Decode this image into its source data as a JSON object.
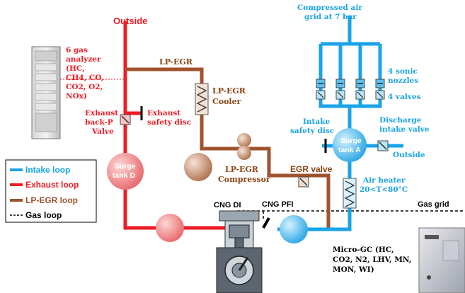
{
  "labels": {
    "outside_top": "Outside",
    "compressed_air_1": "Compressed air",
    "compressed_air_2": "grid at 7 bar",
    "analyzer": [
      "6 gas",
      "analyzer",
      "(HC,",
      "CH4, CO,",
      "CO2, O2,",
      "NOx)"
    ],
    "lp_egr": "LP-EGR",
    "lp_egr_cooler": [
      "LP-EGR",
      "Cooler"
    ],
    "sonic_nozzles": [
      "4 sonic",
      "nozzles"
    ],
    "four_valves": "4 valves",
    "exhaust_backp": [
      "Exhaust",
      "back-P",
      "Valve"
    ],
    "exhaust_safety": [
      "Exhaust",
      "safety disc"
    ],
    "intake_safety": [
      "Intake",
      "safety disc"
    ],
    "discharge_valve": [
      "Discharge",
      "intake valve"
    ],
    "outside_right": "Outside",
    "surge_tank_a": [
      "Surge",
      "tank A"
    ],
    "surge_tank_d": [
      "Surge",
      "tank D"
    ],
    "lp_egr_compressor": [
      "LP-EGR",
      "Compressor"
    ],
    "egr_valve": "EGR valve",
    "air_heater": [
      "Air heater",
      "20<T<80°C"
    ],
    "cng_di": "CNG DI",
    "cng_pfi": "CNG PFI",
    "gas_grid": "Gas grid",
    "micro_gc": [
      "Micro-GC (HC,",
      "CO2, N2, LHV, MN,",
      "MON, WI)"
    ]
  },
  "legend": [
    {
      "label": "Intake loop",
      "color": "#1aa3e8",
      "style": "solid"
    },
    {
      "label": "Exhaust loop",
      "color": "#ee1c24",
      "style": "solid"
    },
    {
      "label": "LP-EGR loop",
      "color": "#a0522d",
      "style": "solid"
    },
    {
      "label": "Gas loop",
      "color": "#000000",
      "style": "dashed"
    }
  ],
  "colors": {
    "intake": "#1aa3e8",
    "exhaust": "#ee1c24",
    "egr": "#a0522d",
    "egr_text": "#8b4513",
    "gas": "#000000"
  }
}
